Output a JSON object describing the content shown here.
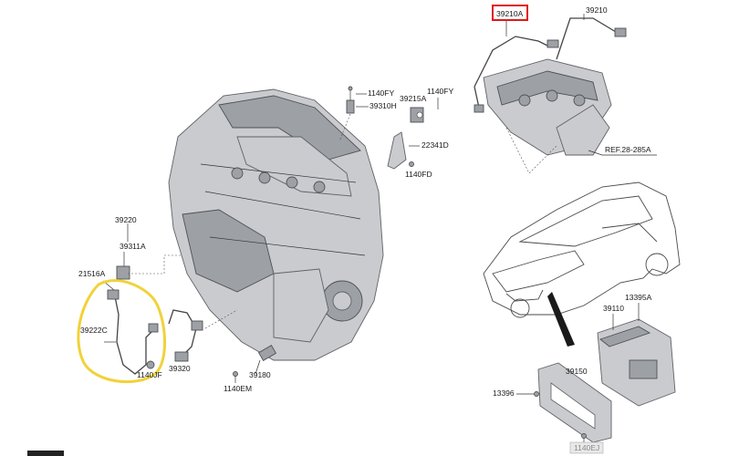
{
  "labels": {
    "p39210a": "39210A",
    "p39210": "39210",
    "p1140fy_a": "1140FY",
    "p39215a": "39215A",
    "p1140fy_b": "1140FY",
    "p39310h": "39310H",
    "p22341d": "22341D",
    "p1140fd": "1140FD",
    "ref": "REF.28-285A",
    "p39220": "39220",
    "p39311a": "39311A",
    "p21516a": "21516A",
    "p39222c": "39222C",
    "p39320": "39320",
    "p1140jf": "1140JF",
    "p39180": "39180",
    "p1140em": "1140EM",
    "p13395a": "13395A",
    "p39110": "39110",
    "p39150": "39150",
    "p13396": "13396",
    "p1140ej": "1140EJ"
  },
  "colors": {
    "highlight_box": "#e01818",
    "highlight_circle": "#f1d23a",
    "part_fill": "#c9cbcf",
    "line": "#333333"
  }
}
